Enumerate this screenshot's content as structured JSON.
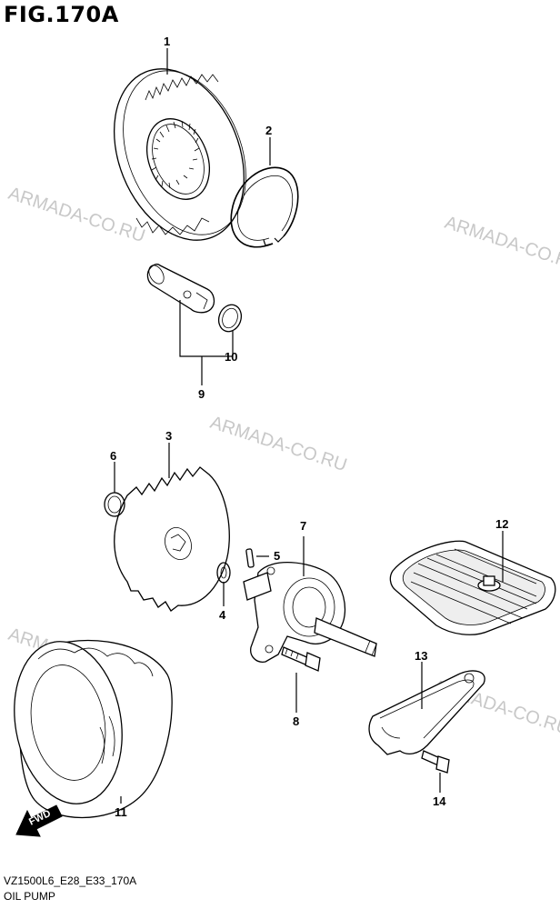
{
  "figure": {
    "title": "FIG.170A",
    "code": "VZ1500L6_E28_E33_170A",
    "name": "OIL PUMP"
  },
  "watermark": "ARMADA-CO.RU",
  "callouts": [
    "1",
    "2",
    "3",
    "4",
    "5",
    "6",
    "7",
    "8",
    "9",
    "10",
    "11",
    "12",
    "13",
    "14"
  ],
  "fwd_label": "FWD",
  "icons": [
    "fwd-arrow-icon"
  ]
}
